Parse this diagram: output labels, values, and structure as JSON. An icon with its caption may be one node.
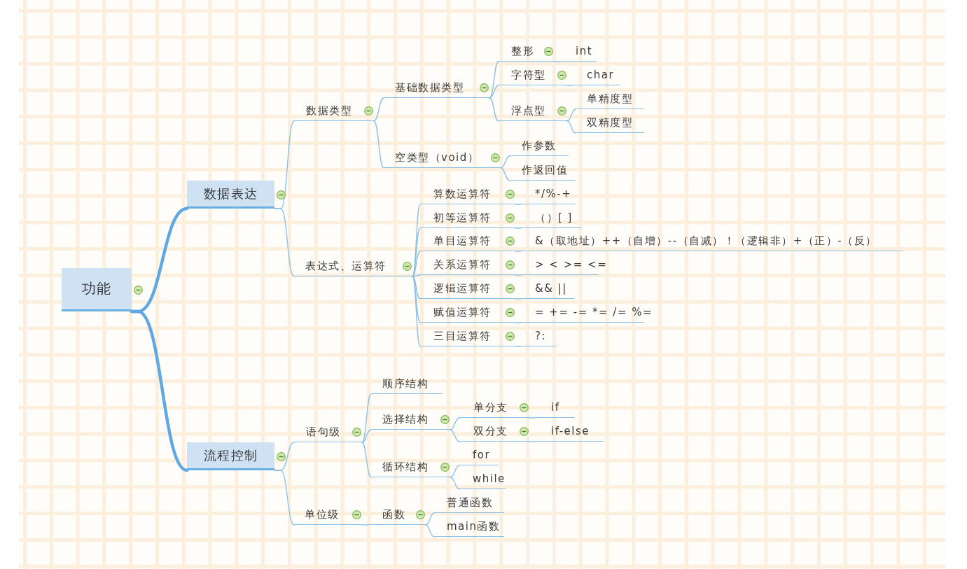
{
  "diagram": {
    "nodes": [
      {
        "text": [
          "功能"
        ]
      },
      {
        "text": [
          "数据表达"
        ]
      },
      {
        "text": [
          "数据类型"
        ]
      },
      {
        "text": [
          "基础数据类型"
        ]
      },
      {
        "text": [
          "整形"
        ]
      },
      {
        "text": [
          "int"
        ]
      },
      {
        "text": [
          "字符型"
        ]
      },
      {
        "text": [
          "char"
        ]
      },
      {
        "text": [
          "浮点型"
        ]
      },
      {
        "text": [
          "单精度型"
        ]
      },
      {
        "text": [
          "双精度型"
        ]
      },
      {
        "text": [
          "空类型（void）"
        ]
      },
      {
        "text": [
          "作参数"
        ]
      },
      {
        "text": [
          "作返回值"
        ]
      },
      {
        "text": [
          "表达式、运算符"
        ]
      },
      {
        "text": [
          "算数运算符"
        ]
      },
      {
        "text": [
          "*/%-+"
        ]
      },
      {
        "text": [
          "初等运算符"
        ]
      },
      {
        "text": [
          "（）[ ]"
        ]
      },
      {
        "text": [
          "单目运算符"
        ]
      },
      {
        "text": [
          "&（取地址）++（自增）--（自减）！（逻辑非）+（正）-（反）"
        ]
      },
      {
        "text": [
          "关系运算符"
        ]
      },
      {
        "text": [
          "> < >= <="
        ]
      },
      {
        "text": [
          "逻辑运算符"
        ]
      },
      {
        "text": [
          "&& ||"
        ]
      },
      {
        "text": [
          "赋值运算符"
        ]
      },
      {
        "text": [
          "= += -= *= /= %="
        ]
      },
      {
        "text": [
          "三目运算符"
        ]
      },
      {
        "text": [
          "?:"
        ]
      },
      {
        "text": [
          "流程控制"
        ]
      },
      {
        "text": [
          "语句级"
        ]
      },
      {
        "text": [
          "顺序结构"
        ]
      },
      {
        "text": [
          "选择结构"
        ]
      },
      {
        "text": [
          "单分支"
        ]
      },
      {
        "text": [
          "if"
        ]
      },
      {
        "text": [
          "双分支"
        ]
      },
      {
        "text": [
          "if-else"
        ]
      },
      {
        "text": [
          "循环结构"
        ]
      },
      {
        "text": [
          "for"
        ]
      },
      {
        "text": [
          "while"
        ]
      },
      {
        "text": [
          "单位级"
        ]
      },
      {
        "text": [
          "函数"
        ]
      },
      {
        "text": [
          "普通函数"
        ]
      },
      {
        "text": [
          "main函数"
        ]
      }
    ],
    "edges": [
      {
        "from": 0,
        "to": 1,
        "arrow": "none",
        "style": "thick"
      },
      {
        "from": 1,
        "to": 2,
        "arrow": "none"
      },
      {
        "from": 2,
        "to": 3,
        "arrow": "none"
      },
      {
        "from": 3,
        "to": 4,
        "arrow": "none"
      },
      {
        "from": 4,
        "to": 5,
        "arrow": "none"
      },
      {
        "from": 3,
        "to": 6,
        "arrow": "none"
      },
      {
        "from": 6,
        "to": 7,
        "arrow": "none"
      },
      {
        "from": 3,
        "to": 8,
        "arrow": "none"
      },
      {
        "from": 8,
        "to": 9,
        "arrow": "none"
      },
      {
        "from": 8,
        "to": 10,
        "arrow": "none"
      },
      {
        "from": 2,
        "to": 11,
        "arrow": "none"
      },
      {
        "from": 11,
        "to": 12,
        "arrow": "none"
      },
      {
        "from": 11,
        "to": 13,
        "arrow": "none"
      },
      {
        "from": 1,
        "to": 14,
        "arrow": "none"
      },
      {
        "from": 14,
        "to": 15,
        "arrow": "none"
      },
      {
        "from": 15,
        "to": 16,
        "arrow": "none"
      },
      {
        "from": 14,
        "to": 17,
        "arrow": "none"
      },
      {
        "from": 17,
        "to": 18,
        "arrow": "none"
      },
      {
        "from": 14,
        "to": 19,
        "arrow": "none"
      },
      {
        "from": 19,
        "to": 20,
        "arrow": "none"
      },
      {
        "from": 14,
        "to": 21,
        "arrow": "none"
      },
      {
        "from": 21,
        "to": 22,
        "arrow": "none"
      },
      {
        "from": 14,
        "to": 23,
        "arrow": "none"
      },
      {
        "from": 23,
        "to": 24,
        "arrow": "none"
      },
      {
        "from": 14,
        "to": 25,
        "arrow": "none"
      },
      {
        "from": 25,
        "to": 26,
        "arrow": "none"
      },
      {
        "from": 14,
        "to": 27,
        "arrow": "none"
      },
      {
        "from": 27,
        "to": 28,
        "arrow": "none"
      },
      {
        "from": 0,
        "to": 29,
        "arrow": "none",
        "style": "thick"
      },
      {
        "from": 29,
        "to": 30,
        "arrow": "none"
      },
      {
        "from": 30,
        "to": 31,
        "arrow": "none"
      },
      {
        "from": 30,
        "to": 32,
        "arrow": "none"
      },
      {
        "from": 32,
        "to": 33,
        "arrow": "none"
      },
      {
        "from": 33,
        "to": 34,
        "arrow": "none"
      },
      {
        "from": 32,
        "to": 35,
        "arrow": "none"
      },
      {
        "from": 35,
        "to": 36,
        "arrow": "none"
      },
      {
        "from": 30,
        "to": 37,
        "arrow": "none"
      },
      {
        "from": 37,
        "to": 38,
        "arrow": "none"
      },
      {
        "from": 37,
        "to": 39,
        "arrow": "none"
      },
      {
        "from": 29,
        "to": 40,
        "arrow": "none"
      },
      {
        "from": 40,
        "to": 41,
        "arrow": "none"
      },
      {
        "from": 41,
        "to": 42,
        "arrow": "none"
      },
      {
        "from": 41,
        "to": 43,
        "arrow": "none"
      }
    ]
  }
}
